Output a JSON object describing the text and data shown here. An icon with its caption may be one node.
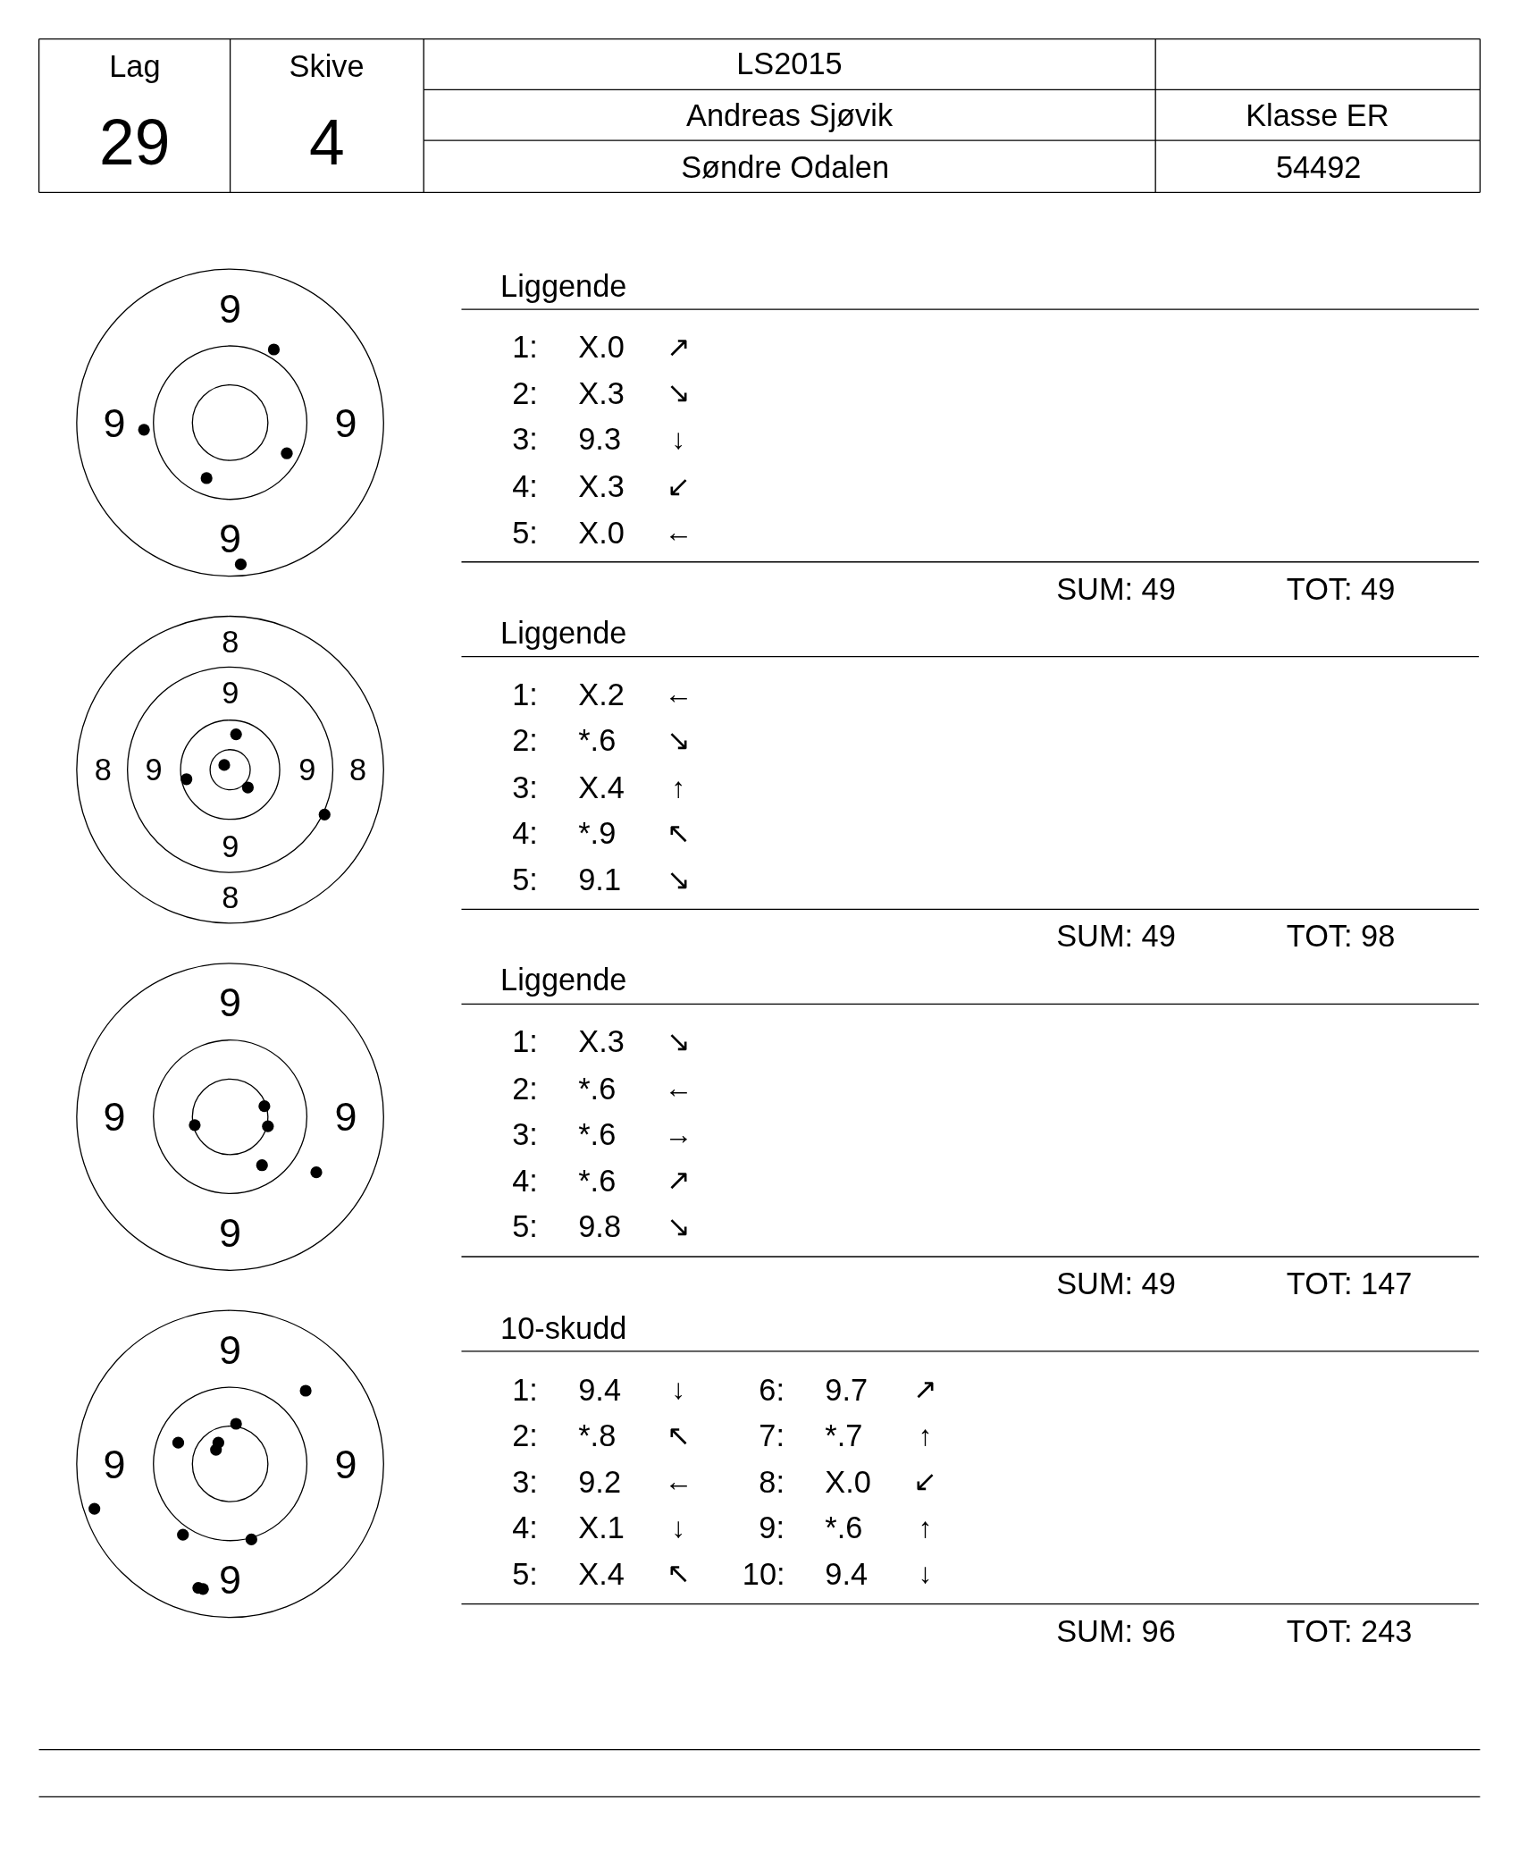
{
  "diagram": {
    "nodes": [
      {
        "text": [
          "9",
          "9",
          "9",
          "9"
        ]
      },
      {
        "text": [
          "8",
          "9",
          "8",
          "9",
          "9",
          "8",
          "9",
          "8"
        ]
      },
      {
        "text": [
          "9",
          "9",
          "9",
          "9"
        ]
      },
      {
        "text": [
          "9",
          "9",
          "9",
          "9"
        ]
      }
    ],
    "labels": [
      "Lag",
      "Skive",
      "LS2015",
      "29",
      "4",
      "Andreas Sjøvik",
      "Klasse ER",
      "Søndre Odalen",
      "54492",
      "Liggende",
      "1:",
      "X.0",
      "↗",
      "2:",
      "X.3",
      "↘",
      "3:",
      "9.3",
      "↓",
      "4:",
      "X.3",
      "↙",
      "5:",
      "X.0",
      "←",
      "SUM: 49",
      "TOT: 49",
      "Liggende",
      "1:",
      "X.2",
      "←",
      "2:",
      "*.6",
      "↘",
      "3:",
      "X.4",
      "↑",
      "4:",
      "*.9",
      "↖",
      "5:",
      "9.1",
      "↘",
      "SUM: 49",
      "TOT: 98",
      "Liggende",
      "1:",
      "X.3",
      "↘",
      "2:",
      "*.6",
      "←",
      "3:",
      "*.6",
      "→",
      "4:",
      "*.6",
      "↗",
      "5:",
      "9.8",
      "↘",
      "SUM: 49",
      "TOT: 147",
      "10-skudd",
      "1:",
      "9.4",
      "↓",
      "2:",
      "*.8",
      "↖",
      "3:",
      "9.2",
      "←",
      "4:",
      "X.1",
      "↓",
      "5:",
      "X.4",
      "↖",
      "6:",
      "9.7",
      "↗",
      "7:",
      "*.7",
      "↑",
      "8:",
      "X.0",
      "↙",
      "9:",
      "*.6",
      "↑",
      "10:",
      "9.4",
      "↓",
      "SUM: 96",
      "TOT: 243"
    ]
  }
}
